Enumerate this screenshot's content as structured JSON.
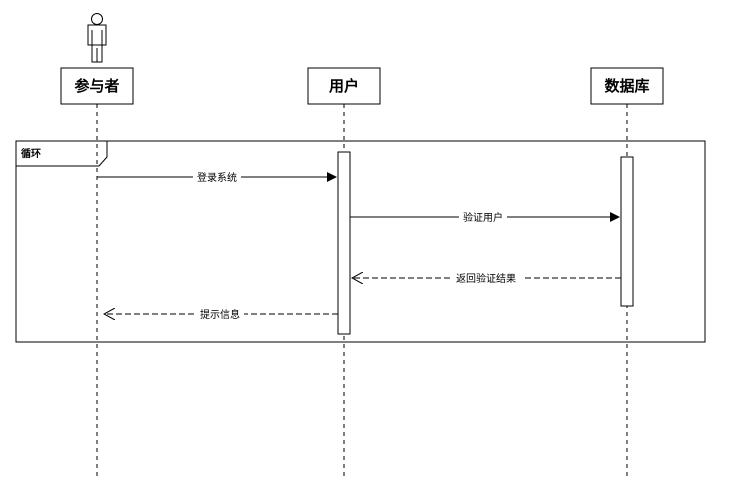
{
  "participants": {
    "actor": {
      "label": "参与者"
    },
    "user": {
      "label": "用户"
    },
    "database": {
      "label": "数据库"
    }
  },
  "fragment": {
    "label": "循环"
  },
  "messages": {
    "login": {
      "label": "登录系统"
    },
    "verify": {
      "label": "验证用户"
    },
    "result": {
      "label": "返回验证结果"
    },
    "prompt": {
      "label": "提示信息"
    }
  }
}
